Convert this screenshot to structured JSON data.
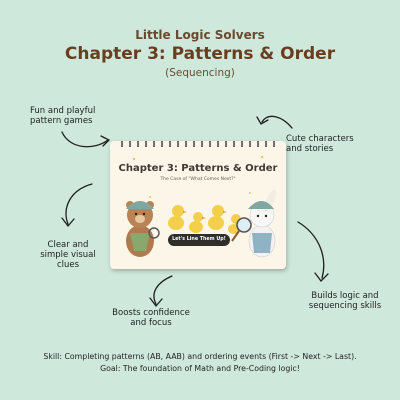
{
  "header": {
    "series": "Little Logic Solvers",
    "chapter": "Chapter 3: Patterns & Order",
    "subtitle": "(Sequencing)"
  },
  "callouts": {
    "fun": "Fun and playful\npattern games",
    "characters": "Cute characters\nand stories",
    "clues": "Clear and\nsimple visual\nclues",
    "logic": "Builds logic and\nsequencing skills",
    "confidence": "Boosts confidence\nand focus"
  },
  "book": {
    "title": "Chapter 3: Patterns & Order",
    "subtitle": "The Case of \"What Comes Next?\"",
    "button": "Let's Line Them Up!"
  },
  "footer": {
    "skill": "Skill: Completing patterns (AB, AAB) and ordering events (First -> Next -> Last).",
    "goal": "Goal: The foundation of Math and Pre-Coding logic!"
  },
  "colors": {
    "background": "#cfe8dc",
    "title_brown": "#6b3d1f",
    "book_paper": "#fbf6e8",
    "button": "#2f2e2a"
  }
}
